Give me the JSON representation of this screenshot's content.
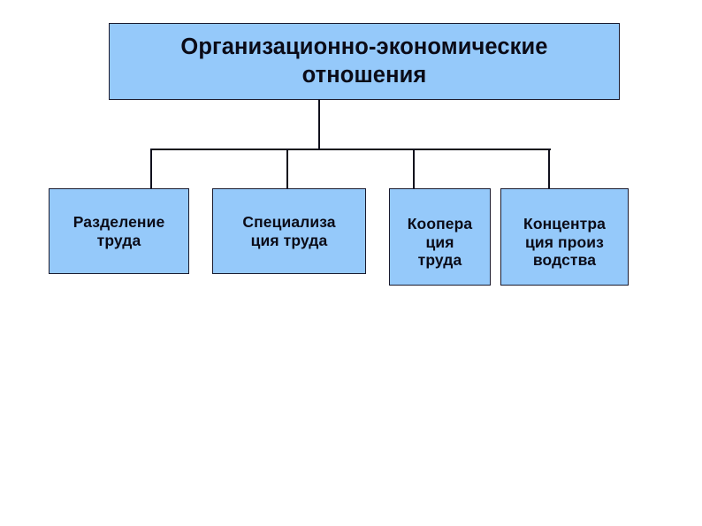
{
  "page": {
    "title": "Организационно-экономические отношения",
    "background_color": "#ffffff"
  },
  "theme": {
    "box_fill": "#95C9FA",
    "box_border": "#1a1a2e",
    "text_color": "#0b0b17",
    "connector_color": "#10101c"
  },
  "diagram": {
    "type": "hierarchy-tree",
    "orientation": "top-down",
    "levels": 2,
    "root": {
      "label": "Организационно-экономические отношения",
      "line_1": "Организационно-экономические",
      "line_2": "отношения"
    },
    "children": [
      {
        "label": "Разделение труда",
        "line_1": "Разделение",
        "line_2": "труда"
      },
      {
        "label": "Специализа ция труда",
        "line_1": "Специализа",
        "line_2": "ция труда"
      },
      {
        "label": "Коопера ция труда",
        "line_1": "Коопера",
        "line_2": "ция",
        "line_3": "труда"
      },
      {
        "label": "Концентра ция произ водства",
        "line_1": "Концентра",
        "line_2": "ция произ",
        "line_3": "водства"
      }
    ]
  }
}
